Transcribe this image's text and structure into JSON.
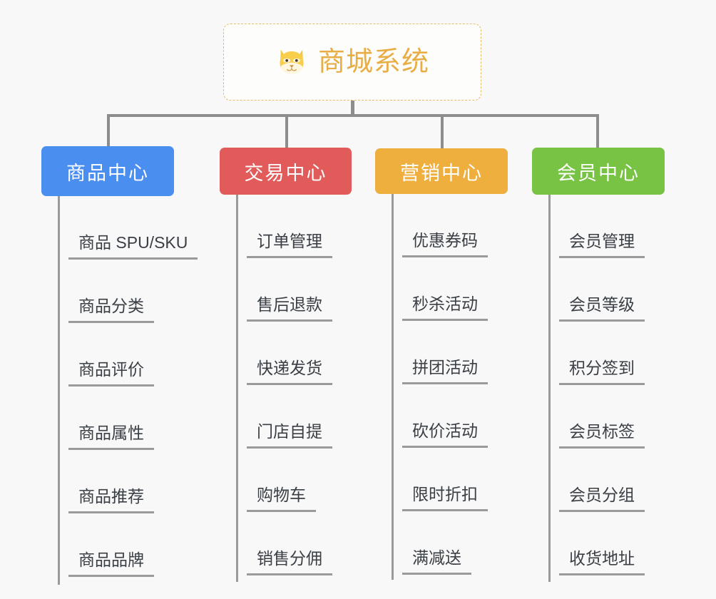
{
  "root": {
    "title": "商城系统",
    "icon": "shiba-dog-face-icon",
    "accent_color": "#e8ae45",
    "border_color": "#e7bc68"
  },
  "connector_color": "#8d8d8d",
  "branches": [
    {
      "label": "商品中心",
      "color": "#4a8ef0",
      "items": [
        "商品 SPU/SKU",
        "商品分类",
        "商品评价",
        "商品属性",
        "商品推荐",
        "商品品牌"
      ]
    },
    {
      "label": "交易中心",
      "color": "#e15b5b",
      "items": [
        "订单管理",
        "售后退款",
        "快递发货",
        "门店自提",
        "购物车",
        "销售分佣"
      ]
    },
    {
      "label": "营销中心",
      "color": "#eeaf3f",
      "items": [
        "优惠券码",
        "秒杀活动",
        "拼团活动",
        "砍价活动",
        "限时折扣",
        "满减送"
      ]
    },
    {
      "label": "会员中心",
      "color": "#78c344",
      "items": [
        "会员管理",
        "会员等级",
        "积分签到",
        "会员标签",
        "会员分组",
        "收货地址"
      ]
    }
  ]
}
